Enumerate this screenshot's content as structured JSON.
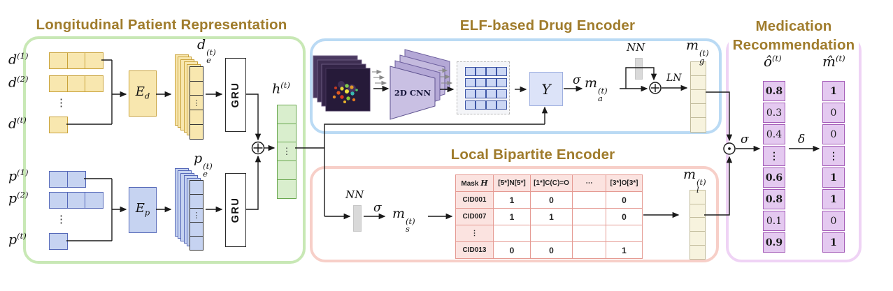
{
  "colors": {
    "title": "#a07c2c",
    "yellow": "#f8e7af",
    "yellow_b": "#c9a23a",
    "blue": "#c6d3f1",
    "blue_b": "#5568b8",
    "green": "#d9eecd",
    "green_b": "#6aa84f",
    "cream": "#f7f3de",
    "cream_b": "#c2bc9c",
    "purple": "#e4c9f0",
    "purple_b": "#a45cb8",
    "panel_green": "#c8e8b5",
    "panel_blue": "#badaf4",
    "panel_pink": "#f7cfc8",
    "panel_purple": "#efd3f5",
    "table_line": "#e59a92",
    "table_bg": "#fbe3e0"
  },
  "patient": {
    "title": "Longitudinal Patient Representation",
    "d1": {
      "base": "d",
      "sup": "(1)"
    },
    "d2": {
      "base": "d",
      "sup": "(2)"
    },
    "d_dots": "⋮",
    "dt": {
      "base": "d",
      "sup": "(t)"
    },
    "Ed": {
      "base": "E",
      "sub": "d"
    },
    "de": {
      "base": "d",
      "sub": "e",
      "sup": "(t)"
    },
    "gru_top": "GRU",
    "p1": {
      "base": "p",
      "sup": "(1)"
    },
    "p2": {
      "base": "p",
      "sup": "(2)"
    },
    "p_dots": "⋮",
    "pt": {
      "base": "p",
      "sup": "(t)"
    },
    "Ep": {
      "base": "E",
      "sub": "p"
    },
    "pe": {
      "base": "p",
      "sub": "e",
      "sup": "(t)"
    },
    "gru_bottom": "GRU",
    "h": {
      "base": "h",
      "sup": "(t)"
    },
    "vec_dots": "⋮"
  },
  "drug": {
    "title": "ELF-based Drug Encoder",
    "cnn": "2D CNN",
    "y": "Y",
    "sigma": "σ",
    "ma": {
      "base": "m",
      "sub": "a",
      "sup": "(t)"
    },
    "nn": "NN",
    "ln": "LN",
    "mg": {
      "base": "m",
      "sub": "g",
      "sup": "(t)"
    }
  },
  "bipartite": {
    "title": "Local Bipartite Encoder",
    "nn": "NN",
    "sigma": "σ",
    "ms": {
      "base": "m",
      "sub": "s",
      "sup": "(t)"
    },
    "ml": {
      "base": "m",
      "sub": "l",
      "sup": "(t)"
    },
    "table": {
      "corner_label": "Mask",
      "corner_math": "H",
      "headers": [
        "[5*]N[5*]",
        "[1*]C(C)=O",
        "⋯",
        "[3*]O[3*]"
      ],
      "rows": [
        {
          "label": "CID001",
          "values": [
            "1",
            "0",
            "",
            "0"
          ]
        },
        {
          "label": "CID007",
          "values": [
            "1",
            "1",
            "",
            "0"
          ]
        },
        {
          "label": "⋮",
          "values": [
            "",
            "",
            "",
            ""
          ]
        },
        {
          "label": "CID013",
          "values": [
            "0",
            "0",
            "",
            "1"
          ]
        }
      ]
    }
  },
  "recommendation": {
    "title_line1": "Medication",
    "title_line2": "Recommendation",
    "sigma": "σ",
    "delta": "δ",
    "o_label": {
      "base": "ô",
      "sup": "(t)"
    },
    "m_label": {
      "base": "m̂",
      "sup": "(t)"
    },
    "o_values": [
      {
        "v": "0.8",
        "bold": true
      },
      {
        "v": "0.3",
        "bold": false
      },
      {
        "v": "0.4",
        "bold": false
      },
      {
        "v": "⋮",
        "bold": true
      },
      {
        "v": "0.6",
        "bold": true
      },
      {
        "v": "0.8",
        "bold": true
      },
      {
        "v": "0.1",
        "bold": false
      },
      {
        "v": "0.9",
        "bold": true
      }
    ],
    "m_values": [
      {
        "v": "1",
        "bold": true
      },
      {
        "v": "0",
        "bold": false
      },
      {
        "v": "0",
        "bold": false
      },
      {
        "v": "⋮",
        "bold": true
      },
      {
        "v": "1",
        "bold": true
      },
      {
        "v": "1",
        "bold": true
      },
      {
        "v": "0",
        "bold": false
      },
      {
        "v": "1",
        "bold": true
      }
    ]
  }
}
